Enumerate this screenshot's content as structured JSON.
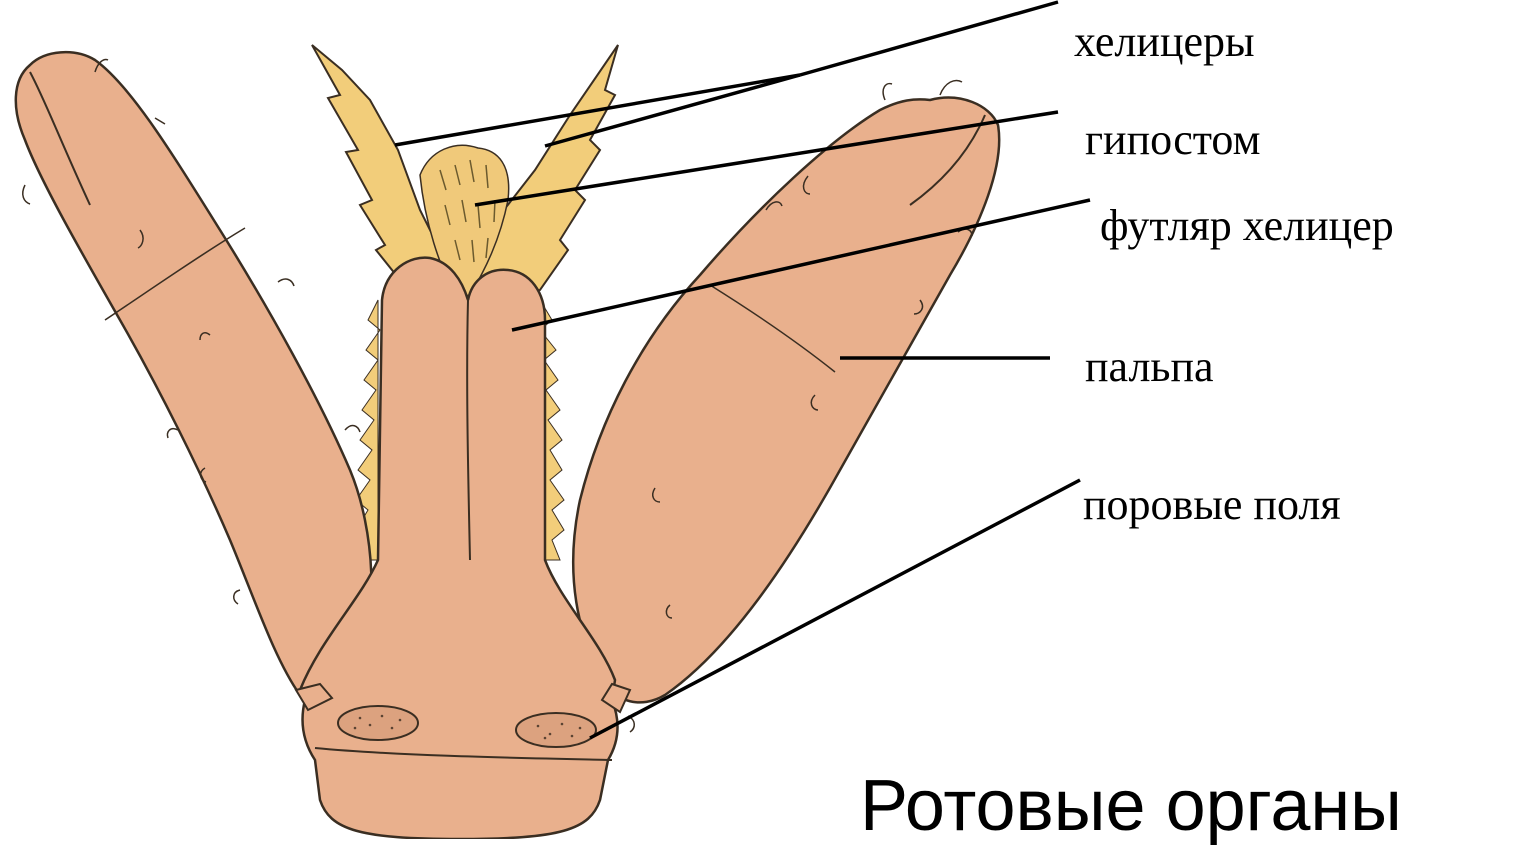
{
  "labels": {
    "chelicerae": "хелицеры",
    "hypostome": "гипостом",
    "chelicera_case": "футляр хелицер",
    "palp": "пальпа",
    "pore_fields": "поровые поля"
  },
  "title": "Ротовые органы",
  "colors": {
    "body": "#e9b08d",
    "chelicera": "#f2cd7a",
    "outline": "#3a2e22",
    "pore_field": "#dca27f"
  }
}
